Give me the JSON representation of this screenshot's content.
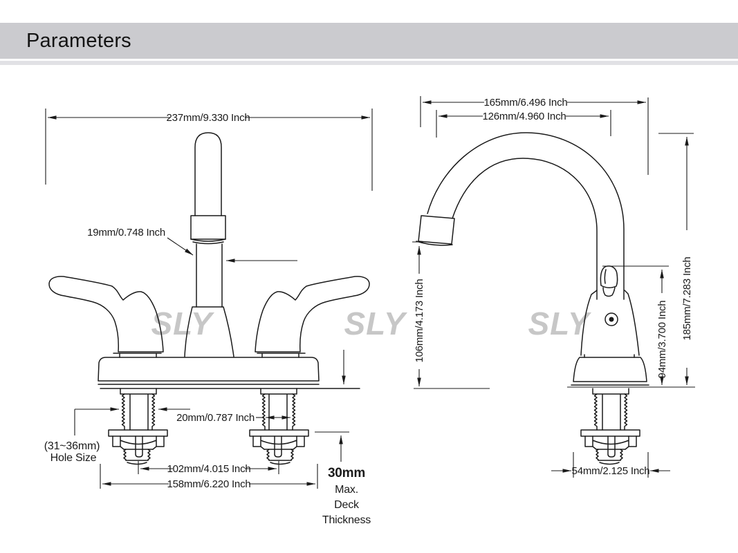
{
  "header": {
    "title": "Parameters"
  },
  "watermark": {
    "text": "SLY",
    "color": "#c7c7c7"
  },
  "colors": {
    "header_bar": "#cbcbcf",
    "header_subbar": "#e1e1e5",
    "line_color": "#1a1a1a"
  },
  "front_view": {
    "overall_width": "237mm/9.330 Inch",
    "spout_diameter": "19mm/0.748 Inch",
    "shank_diameter": "20mm/0.787 Inch",
    "hole_size_line1": "(31~36mm)",
    "hole_size_line2": "Hole Size",
    "hole_spacing": "102mm/4.015 Inch",
    "overall_base_width": "158mm/6.220 Inch",
    "deck_note_line1": "30mm",
    "deck_note_line2": "Max.",
    "deck_note_line3": "Deck",
    "deck_note_line4": "Thickness"
  },
  "side_view": {
    "overall_reach": "165mm/6.496 Inch",
    "spout_reach": "126mm/4.960 Inch",
    "spout_height": "106mm/4.173 Inch",
    "handle_height": "94mm/3.700 Inch",
    "overall_height": "185mm/7.283 Inch",
    "base_width": "54mm/2.125 Inch"
  }
}
